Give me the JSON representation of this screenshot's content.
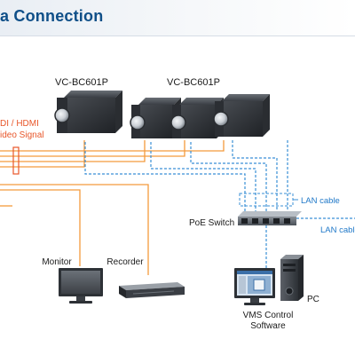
{
  "header": {
    "title": "a Connection"
  },
  "cameras": {
    "left_model": "VC-BC601P",
    "right_model": "VC-BC601P"
  },
  "signal": {
    "line1": "DI / HDMI",
    "line2": "ideo Signal"
  },
  "network": {
    "lan_label_1": "LAN cable",
    "lan_label_2": "LAN cable",
    "switch_label": "PoE Switch"
  },
  "devices": {
    "monitor": "Monitor",
    "recorder": "Recorder",
    "vms_line1": "VMS Control",
    "vms_line2": "Software",
    "pc": "PC"
  },
  "colors": {
    "title": "#0f4f88",
    "video_cable": "#f39a3c",
    "lan_cable": "#3a8fd6",
    "lan_label": "#1f78c8"
  }
}
